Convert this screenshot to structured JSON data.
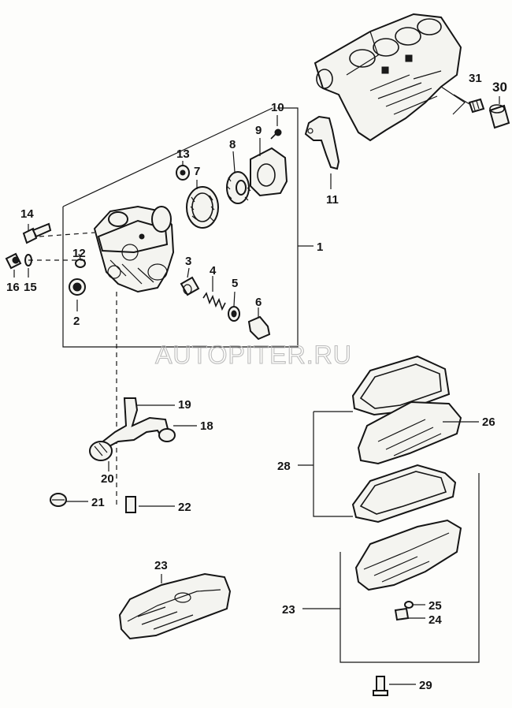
{
  "watermark": "AUTOPITER.RU",
  "callouts": [
    {
      "id": "1",
      "label": "1"
    },
    {
      "id": "2",
      "label": "2"
    },
    {
      "id": "3",
      "label": "3"
    },
    {
      "id": "4",
      "label": "4"
    },
    {
      "id": "5",
      "label": "5"
    },
    {
      "id": "6",
      "label": "6"
    },
    {
      "id": "7",
      "label": "7"
    },
    {
      "id": "8",
      "label": "8"
    },
    {
      "id": "9",
      "label": "9"
    },
    {
      "id": "10",
      "label": "10"
    },
    {
      "id": "11",
      "label": "11"
    },
    {
      "id": "12",
      "label": "12"
    },
    {
      "id": "13",
      "label": "13"
    },
    {
      "id": "14",
      "label": "14"
    },
    {
      "id": "15",
      "label": "15"
    },
    {
      "id": "16",
      "label": "16"
    },
    {
      "id": "18",
      "label": "18"
    },
    {
      "id": "19",
      "label": "19"
    },
    {
      "id": "20",
      "label": "20"
    },
    {
      "id": "21",
      "label": "21"
    },
    {
      "id": "22",
      "label": "22"
    },
    {
      "id": "23a",
      "label": "23"
    },
    {
      "id": "23b",
      "label": "23"
    },
    {
      "id": "24",
      "label": "24"
    },
    {
      "id": "25",
      "label": "25"
    },
    {
      "id": "26",
      "label": "26"
    },
    {
      "id": "28",
      "label": "28"
    },
    {
      "id": "29",
      "label": "29"
    },
    {
      "id": "30",
      "label": "30"
    },
    {
      "id": "31",
      "label": "31"
    }
  ]
}
